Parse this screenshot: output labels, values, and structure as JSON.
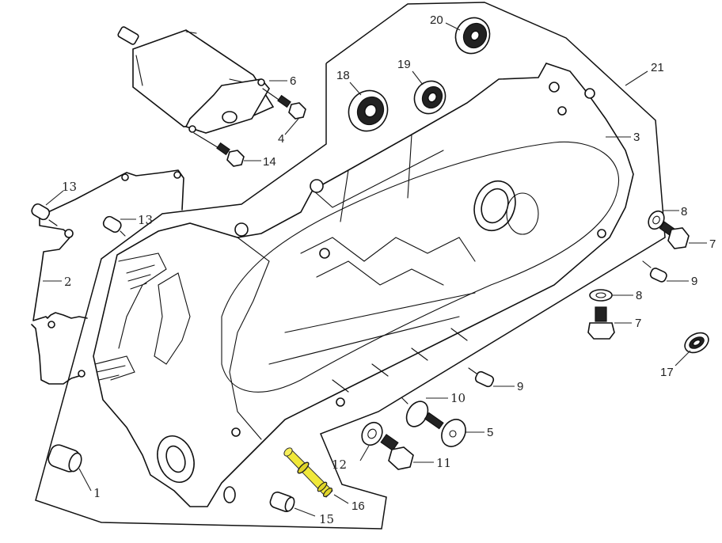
{
  "diagram": {
    "title": "Crankcase exploded view",
    "highlight_color": "#f0e83a",
    "highlighted_part": "16",
    "callouts": [
      {
        "id": "1",
        "label": "1"
      },
      {
        "id": "2",
        "label": "2"
      },
      {
        "id": "3",
        "label": "3"
      },
      {
        "id": "4",
        "label": "4"
      },
      {
        "id": "5",
        "label": "5"
      },
      {
        "id": "6",
        "label": "6"
      },
      {
        "id": "7a",
        "label": "7"
      },
      {
        "id": "7b",
        "label": "7"
      },
      {
        "id": "8a",
        "label": "8"
      },
      {
        "id": "8b",
        "label": "8"
      },
      {
        "id": "9a",
        "label": "9"
      },
      {
        "id": "9b",
        "label": "9"
      },
      {
        "id": "10",
        "label": "10"
      },
      {
        "id": "11",
        "label": "11"
      },
      {
        "id": "12",
        "label": "12"
      },
      {
        "id": "13a",
        "label": "13"
      },
      {
        "id": "13b",
        "label": "13"
      },
      {
        "id": "14",
        "label": "14"
      },
      {
        "id": "15",
        "label": "15"
      },
      {
        "id": "16",
        "label": "16"
      },
      {
        "id": "17",
        "label": "17"
      },
      {
        "id": "18",
        "label": "18"
      },
      {
        "id": "19",
        "label": "19"
      },
      {
        "id": "20",
        "label": "20"
      },
      {
        "id": "21",
        "label": "21"
      }
    ]
  }
}
